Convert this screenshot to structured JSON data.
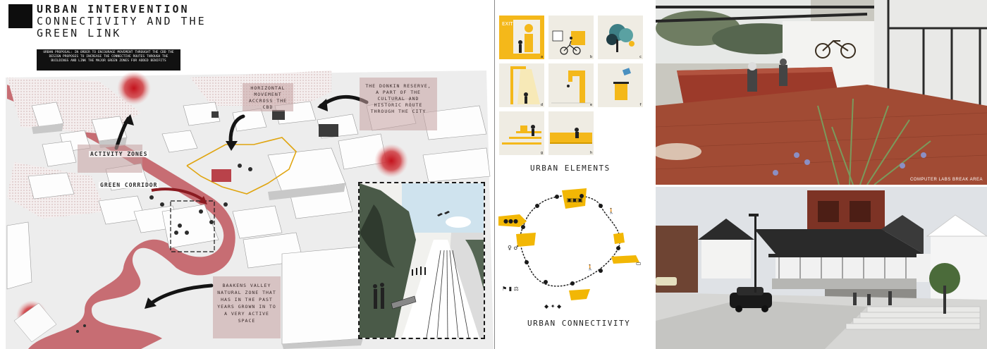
{
  "title": {
    "line1": "URBAN INTERVENTION",
    "line2": "CONNECTIVITY AND THE",
    "line3": "GREEN LINK"
  },
  "proposal": "URBAN PROPOSAL: IN ORDER TO ENCOURAGE MOVEMENT THROUGHT THE CBD THE DESIGN PROPOSES TO INCREASE THE CONNECTIVE ROUTES THROUGH THE BUILDINGS AND LINK THE MAJOR GREEN ZONES FOR ADDED BENIFITS",
  "annotations": {
    "donkin": "THE DONKIN RESERVE, A PART OF THE CULTURAL AND HISTORIC ROUTE THROUGH THE CITY",
    "horizontal": "HORIZONTAL MOVEMENT ACCROSS THE CBD",
    "activity": "ACTIVITY ZONES",
    "green": "GREEN CORRIDOR",
    "baakens": "BAAKENS VALLEY NATURAL ZONE THAT HAS IN THE PAST YEARS GROWN IN TO A VERY ACTIVE SPACE"
  },
  "tiles": [
    {
      "label": "a",
      "icon": "exit-icon"
    },
    {
      "label": "b",
      "icon": "bicycle-icon"
    },
    {
      "label": "c",
      "icon": "tree-icon"
    },
    {
      "label": "d",
      "icon": "streetlight-icon"
    },
    {
      "label": "e",
      "icon": "tap-icon"
    },
    {
      "label": "f",
      "icon": "bin-icon"
    },
    {
      "label": "g",
      "icon": "steps-icon"
    },
    {
      "label": "h",
      "icon": "bench-icon"
    }
  ],
  "sections": {
    "elements": "URBAN ELEMENTS",
    "connectivity": "URBAN CONNECTIVITY"
  },
  "render_caption": "COMPUTER LABS BREAK AREA",
  "colors": {
    "accent_red": "#b8202a",
    "accent_yellow": "#f2b705",
    "note_bg": "#c4a0a0",
    "ink": "#1a1a1a"
  }
}
